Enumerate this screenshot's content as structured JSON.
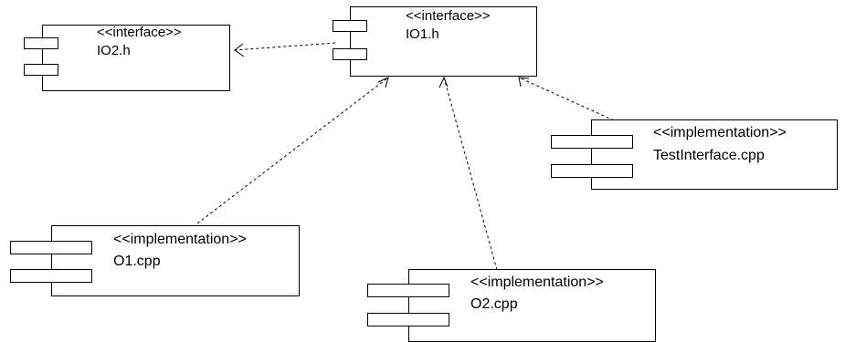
{
  "components": [
    {
      "id": "io2",
      "stereotype": "<<interface>>",
      "name": "IO2.h"
    },
    {
      "id": "io1",
      "stereotype": "<<interface>>",
      "name": "IO1.h"
    },
    {
      "id": "testinterface",
      "stereotype": "<<implementation>>",
      "name": "TestInterface.cpp"
    },
    {
      "id": "o1",
      "stereotype": "<<implementation>>",
      "name": "O1.cpp"
    },
    {
      "id": "o2",
      "stereotype": "<<implementation>>",
      "name": "O2.cpp"
    }
  ],
  "dependencies": [
    {
      "from": "io1",
      "to": "io2"
    },
    {
      "from": "testinterface",
      "to": "io1"
    },
    {
      "from": "o1",
      "to": "io1"
    },
    {
      "from": "o2",
      "to": "io1"
    }
  ],
  "colors": {
    "line": "#000000",
    "background": "#ffffff"
  }
}
